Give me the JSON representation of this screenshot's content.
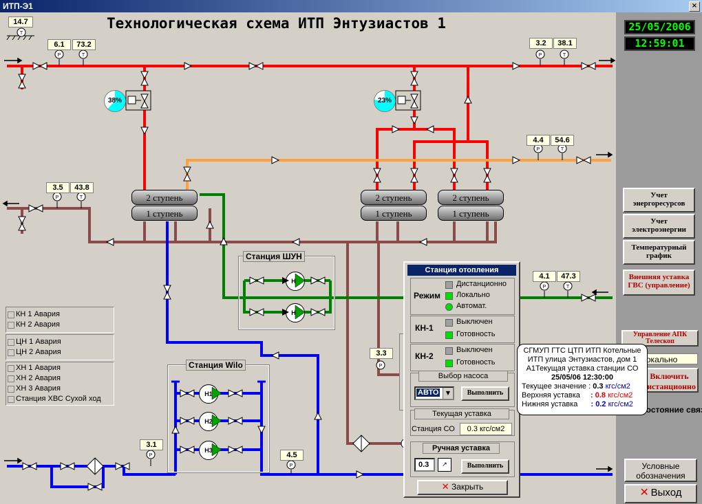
{
  "window": {
    "title": "ИТП-Э1",
    "close": "×"
  },
  "scheme": {
    "title": "Технологическая схема ИТП Энтузиастов 1"
  },
  "datetime": {
    "date": "25/05/2006",
    "time": "12:59:01"
  },
  "outdoor_temp": "14.7",
  "readings": {
    "r1_p": "6.1",
    "r1_t": "73.2",
    "r2_p": "3.2",
    "r2_t": "38.1",
    "r3_p": "4.4",
    "r3_t": "54.6",
    "r4_p": "3.5",
    "r4_t": "43.8",
    "r5_p": "4.1",
    "r5_t": "47.3",
    "r6_p": "3.3",
    "r7_p": "3.1",
    "r8_p": "4.5"
  },
  "valves": {
    "v1": "38%",
    "v2": "23%"
  },
  "stages": {
    "stage2": "2 ступень",
    "stage1": "1 ступень"
  },
  "stations": {
    "shun": {
      "title": "Станция ШУН",
      "pumps": [
        "Н1",
        "Н2"
      ]
    },
    "wilo": {
      "title": "Станция Wilo",
      "pumps": [
        "Н1",
        "Н2",
        "Н3"
      ]
    }
  },
  "alarms": {
    "group1": [
      "КН 1 Авария",
      "КН 2 Авария"
    ],
    "group2": [
      "ЦН 1 Авария",
      "ЦН 2 Авария"
    ],
    "group3": [
      "ХН 1 Авария",
      "ХН 2 Авария",
      "ХН 3 Авария",
      "Станция ХВС Сухой ход"
    ]
  },
  "right_buttons": {
    "energy": "Учет энергоресурсов",
    "electric": "Учет электроэнергии",
    "tempgraph": "Температурный график",
    "gvs": "Внешняя уставка ГВС (управление)",
    "apk_title": "Управление АПК Телескоп",
    "local": "Локально",
    "remote": "Включить дистанционно",
    "link": "Состояние связи",
    "legend": "Условные обозначения",
    "exit": "Выход"
  },
  "popup": {
    "title": "Станция отопления",
    "mode_label": "Режим",
    "mode_remote": "Дистанционно",
    "mode_local": "Локально",
    "mode_auto": "Автомат.",
    "kn1": "КН-1",
    "kn2": "КН-2",
    "off": "Выключен",
    "ready": "Готовность",
    "pump_select": "Выбор насоса",
    "auto_value": "АВТО",
    "execute": "Выполнить",
    "current_setpoint": "Текущая уставка",
    "station_co": "Станция СО",
    "setpoint_value": "0.3",
    "setpoint_unit": "кгс/см2",
    "manual_setpoint": "Ручная уставка",
    "manual_value": "0.3",
    "close": "Закрыть"
  },
  "tooltip": {
    "l1": "СГМУП ГТС ЦТП ИТП Котельные",
    "l2": "ИТП улица Энтузиастов, дом 1",
    "l3": "А1Текущая уставка станции СО",
    "l4": "25/05/06 12:30:00",
    "cur_label": "Текущее значение :",
    "cur_val": "0.3",
    "top_label": "Верхняя уставка",
    "top_val": ": 0.8",
    "low_label": "Нижняя уставка",
    "low_val": ": 0.2",
    "unit": "кгс/см2"
  },
  "colors": {
    "hot": "#ff0000",
    "return": "#8b4b4b",
    "gvs": "#ffa040",
    "cold": "#0000ff",
    "green": "#008000",
    "accent": "#0a246a"
  }
}
